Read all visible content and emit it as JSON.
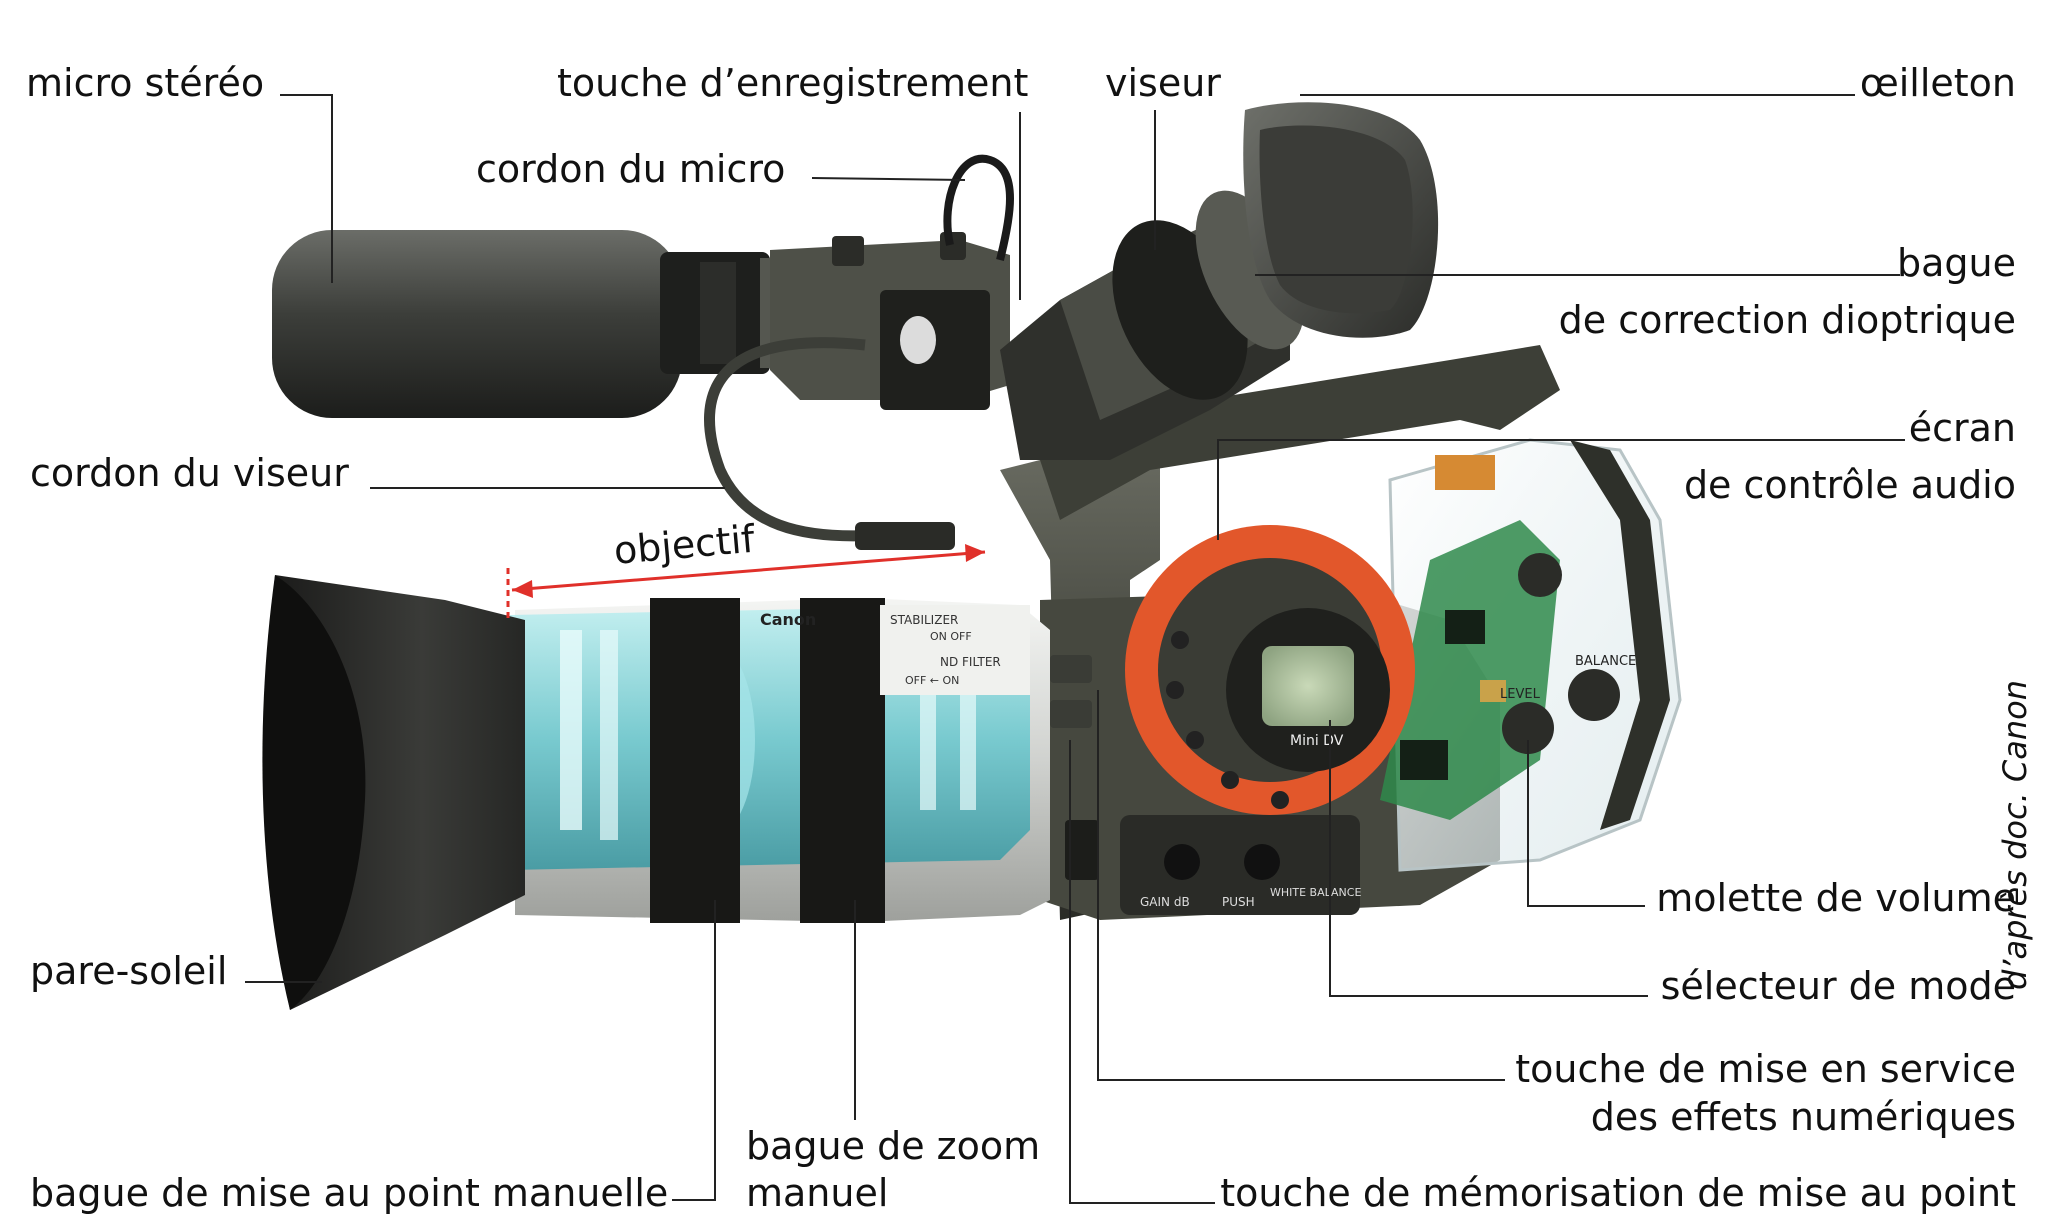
{
  "labels": {
    "micro_stereo": "micro stéréo",
    "touche_enregistrement": "touche d’enregistrement",
    "viseur": "viseur",
    "oeilleton": "œilleton",
    "cordon_micro": "cordon du micro",
    "bague_correction_l1": "bague",
    "bague_correction_l2": "de correction dioptrique",
    "ecran_l1": "écran",
    "ecran_l2": "de contrôle audio",
    "cordon_viseur": "cordon du viseur",
    "objectif": "objectif",
    "molette_volume": "molette de volume",
    "pare_soleil": "pare-soleil",
    "selecteur_mode": "sélecteur de mode",
    "touche_effets_l1": "touche de mise en service",
    "touche_effets_l2": "des effets numériques",
    "bague_zoom_l1": "bague de zoom",
    "bague_zoom_l2": "manuel",
    "bague_mise_au_point": "bague de mise au point manuelle",
    "touche_memorisation": "touche de mémorisation de mise au point"
  },
  "credit": "d’après doc. Canon",
  "device_text": {
    "brand": "Canon",
    "stabilizer": "STABILIZER",
    "on_off": "ON OFF",
    "nd_filter": "ND FILTER",
    "off_on": "OFF ← ON",
    "mini_dv": "Mini DV",
    "gain": "GAIN dB",
    "white_balance": "WHITE BALANCE",
    "push": "PUSH",
    "level": "LEVEL",
    "balance": "BALANCE"
  },
  "colors": {
    "body_dark": "#3b3d36",
    "body_mid": "#5a5c52",
    "lens_silver": "#d9dbd8",
    "cutaway_cyan": "#7fd3d8",
    "orange_dial": "#e2572b",
    "pcb_green": "#2f8a4b",
    "objectif_arrow": "#e0302a",
    "leader_line": "#222222"
  }
}
